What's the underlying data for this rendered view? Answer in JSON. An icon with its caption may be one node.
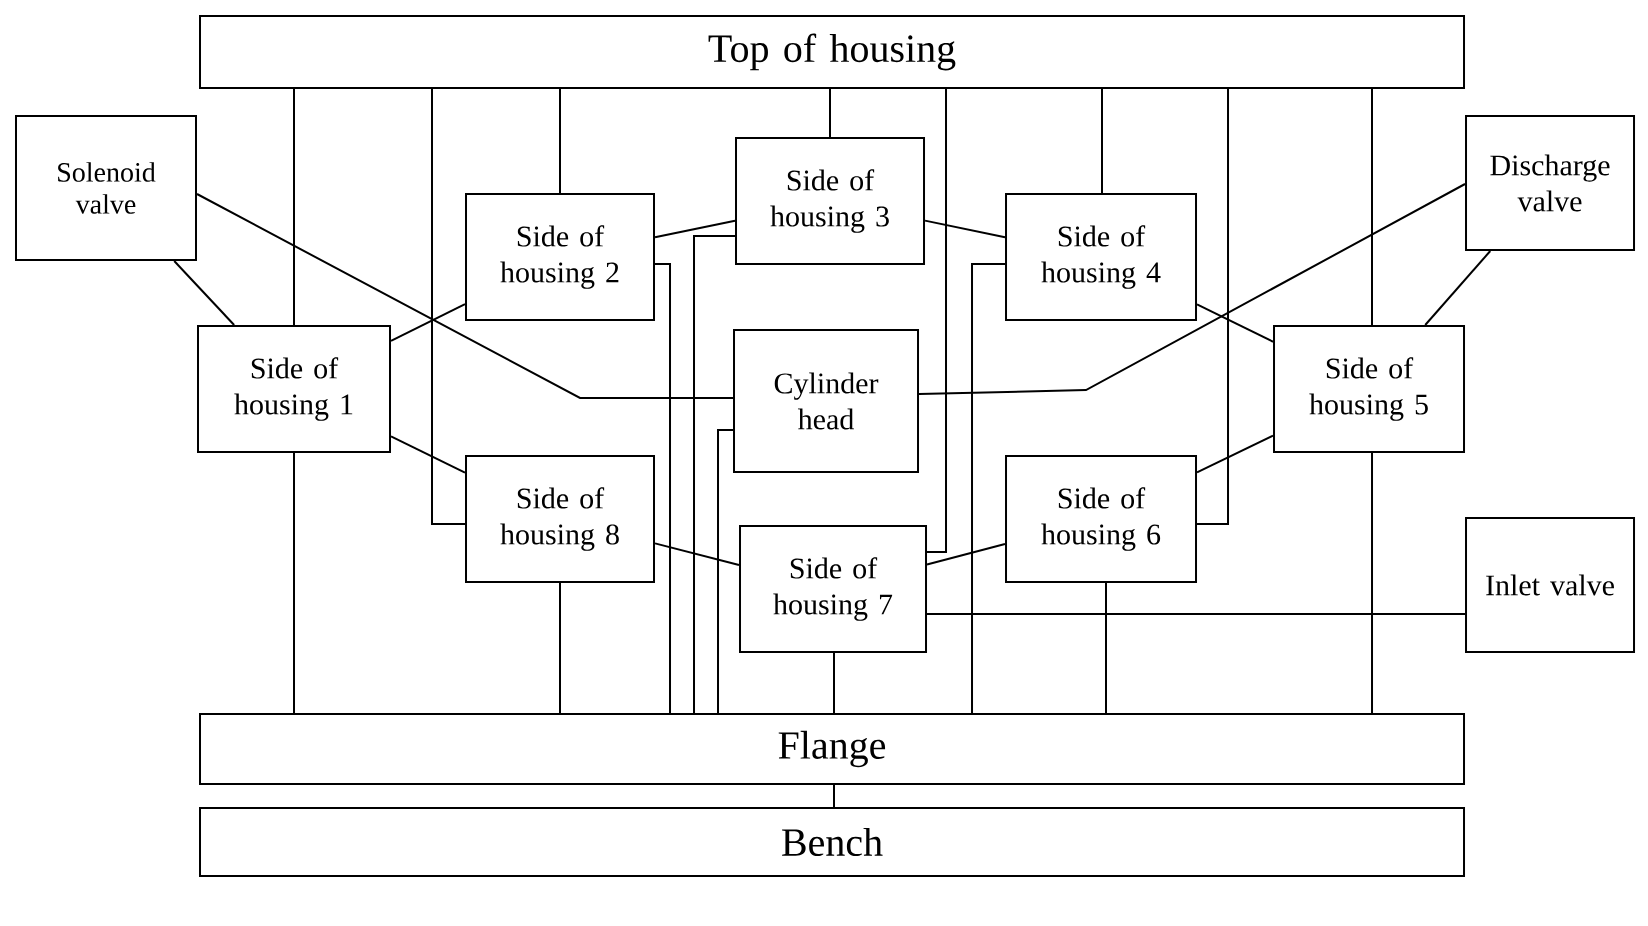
{
  "diagram": {
    "nodes": [
      {
        "text": [
          "Top of housing"
        ]
      },
      {
        "text": [
          "Solenoid valve"
        ]
      },
      {
        "text": [
          "Discharge valve"
        ]
      },
      {
        "text": [
          "Side of housing 1"
        ]
      },
      {
        "text": [
          "Side of housing 2"
        ]
      },
      {
        "text": [
          "Side of housing 3"
        ]
      },
      {
        "text": [
          "Side of housing 4"
        ]
      },
      {
        "text": [
          "Side of housing 5"
        ]
      },
      {
        "text": [
          "Cylinder head"
        ]
      },
      {
        "text": [
          "Side of housing 8"
        ]
      },
      {
        "text": [
          "Side of housing 7"
        ]
      },
      {
        "text": [
          "Side of housing 6"
        ]
      },
      {
        "text": [
          "Inlet valve"
        ]
      },
      {
        "text": [
          "Flange"
        ]
      },
      {
        "text": [
          "Bench"
        ]
      }
    ],
    "edges": [
      {
        "from": 0,
        "to": 3,
        "arrow": "none"
      },
      {
        "from": 3,
        "to": 13,
        "arrow": "none"
      },
      {
        "from": 0,
        "to": 9,
        "arrow": "none"
      },
      {
        "from": 0,
        "to": 4,
        "arrow": "none"
      },
      {
        "from": 4,
        "to": 13,
        "arrow": "none"
      },
      {
        "from": 5,
        "to": 13,
        "arrow": "none"
      },
      {
        "from": 8,
        "to": 13,
        "arrow": "none"
      },
      {
        "from": 0,
        "to": 5,
        "arrow": "none"
      },
      {
        "from": 0,
        "to": 10,
        "arrow": "none"
      },
      {
        "from": 6,
        "to": 13,
        "arrow": "none"
      },
      {
        "from": 0,
        "to": 6,
        "arrow": "none"
      },
      {
        "from": 0,
        "to": 11,
        "arrow": "none"
      },
      {
        "from": 0,
        "to": 7,
        "arrow": "none"
      },
      {
        "from": 7,
        "to": 13,
        "arrow": "none"
      },
      {
        "from": 11,
        "to": 13,
        "arrow": "none"
      },
      {
        "from": 10,
        "to": 13,
        "arrow": "none"
      },
      {
        "from": 9,
        "to": 13,
        "arrow": "none"
      },
      {
        "from": 10,
        "to": 12,
        "arrow": "none"
      },
      {
        "from": 13,
        "to": 14,
        "arrow": "none"
      },
      {
        "from": 3,
        "to": 4,
        "arrow": "none"
      },
      {
        "from": 3,
        "to": 9,
        "arrow": "none"
      },
      {
        "from": 4,
        "to": 5,
        "arrow": "none"
      },
      {
        "from": 5,
        "to": 6,
        "arrow": "none"
      },
      {
        "from": 6,
        "to": 7,
        "arrow": "none"
      },
      {
        "from": 7,
        "to": 11,
        "arrow": "none"
      },
      {
        "from": 11,
        "to": 10,
        "arrow": "none"
      },
      {
        "from": 9,
        "to": 10,
        "arrow": "none"
      },
      {
        "from": 1,
        "to": 3,
        "arrow": "none"
      },
      {
        "from": 2,
        "to": 7,
        "arrow": "none"
      },
      {
        "from": 1,
        "to": 8,
        "arrow": "none"
      },
      {
        "from": 2,
        "to": 8,
        "arrow": "none"
      }
    ]
  }
}
